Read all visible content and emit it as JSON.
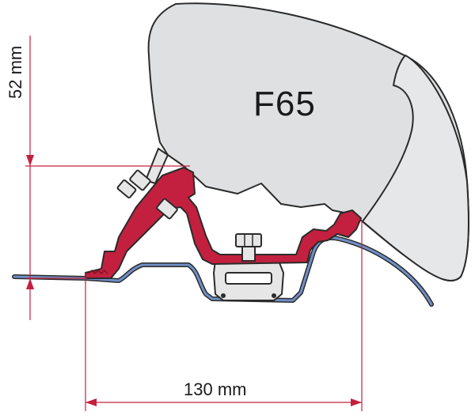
{
  "diagram": {
    "model_label": "F65",
    "dimensions": {
      "vertical": {
        "label": "52 mm",
        "value_mm": 52
      },
      "horizontal": {
        "label": "130 mm",
        "value_mm": 130
      }
    },
    "colors": {
      "awning_fill": "#dfe0e1",
      "outline": "#2b2b2b",
      "bracket": "#c3203f",
      "bracket_dark": "#7d1428",
      "vehicle_profile": "#6f8fc6",
      "dimension_line": "#c3203f",
      "hardware": "#e6e6e6"
    }
  }
}
